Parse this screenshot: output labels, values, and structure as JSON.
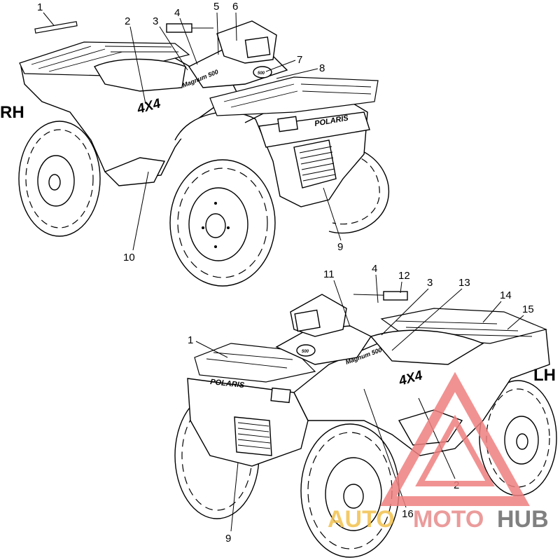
{
  "side_labels": {
    "rh": "RH",
    "lh": "LH"
  },
  "decals": {
    "four_by_four": "4X4",
    "model": "Magnum 500",
    "brand": "POLARIS",
    "fuel_cap": "500"
  },
  "callouts_rh": [
    "1",
    "2",
    "3",
    "4",
    "5",
    "6",
    "7",
    "8",
    "9",
    "10"
  ],
  "callouts_lh": [
    "11",
    "4",
    "12",
    "3",
    "13",
    "14",
    "15",
    "1",
    "2",
    "16",
    "9"
  ],
  "watermark": {
    "part1": "AUTO",
    "part2": "MOTO",
    "part3": "HUB",
    "colors": {
      "auto": "#f2c14e",
      "moto": "#e88a8a",
      "hub": "#6b6b6b",
      "triangle": "#ef7f7f"
    }
  }
}
